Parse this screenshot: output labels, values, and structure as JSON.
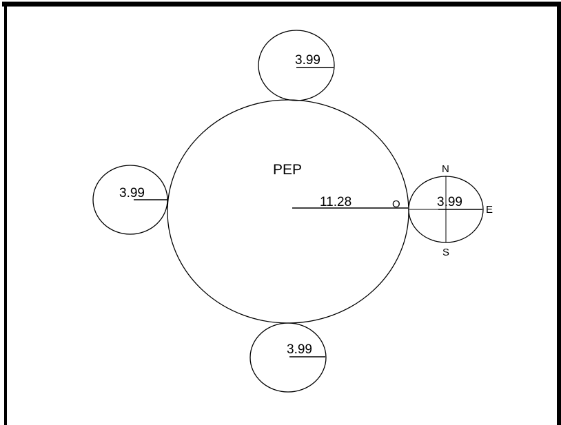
{
  "diagram": {
    "center_label": "PEP",
    "main_radius_label": "11.28",
    "satellite_circles": [
      {
        "position": "top",
        "radius_label": "3.99"
      },
      {
        "position": "left",
        "radius_label": "3.99"
      },
      {
        "position": "right",
        "radius_label": "3.99"
      },
      {
        "position": "bottom",
        "radius_label": "3.99"
      }
    ],
    "compass": {
      "north": "N",
      "south": "S",
      "east": "E",
      "west": "O"
    },
    "colors": {
      "line": "#000000",
      "background": "#ffffff"
    }
  }
}
